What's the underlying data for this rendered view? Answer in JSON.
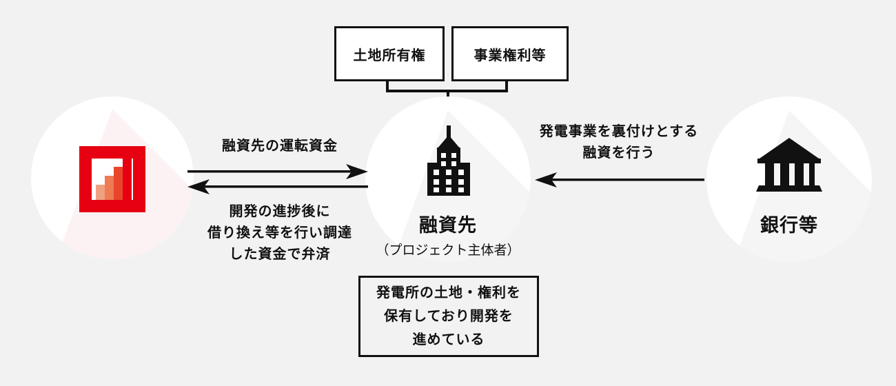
{
  "theme": {
    "background": "#f2f2f2",
    "circle_fill": "#ffffff",
    "line_color": "#111111",
    "accent_red": "#e60012",
    "bar_colors": [
      "#f0a080",
      "#ef7b53",
      "#e8452a",
      "#e60012"
    ]
  },
  "top_boxes": [
    {
      "label": "土地所有権",
      "icon": "land-title-box"
    },
    {
      "label": "事業権利等",
      "icon": "business-rights-box"
    }
  ],
  "nodes": {
    "left": {
      "icon": "bar-chart-icon",
      "title": "",
      "subtitle": ""
    },
    "center": {
      "icon": "building-icon",
      "title": "融資先",
      "subtitle": "（プロジェクト主体者）"
    },
    "right": {
      "icon": "bank-icon",
      "title": "銀行等",
      "subtitle": ""
    }
  },
  "flows": {
    "left_top": {
      "label": "融資先の運転資金",
      "direction": "right",
      "arrow_icon": "arrow-right-icon"
    },
    "left_bottom": {
      "lines": [
        "開発の進捗後に",
        "借り換え等を行い調達",
        "した資金で弁済"
      ],
      "direction": "left",
      "arrow_icon": "arrow-left-icon"
    },
    "right_main": {
      "lines": [
        "発電事業を裏付けとする",
        "融資を行う"
      ],
      "direction": "left",
      "arrow_icon": "arrow-left-icon"
    }
  },
  "note_box": {
    "lines": [
      "発電所の土地・権利を",
      "保有しており開発を",
      "進めている"
    ]
  }
}
